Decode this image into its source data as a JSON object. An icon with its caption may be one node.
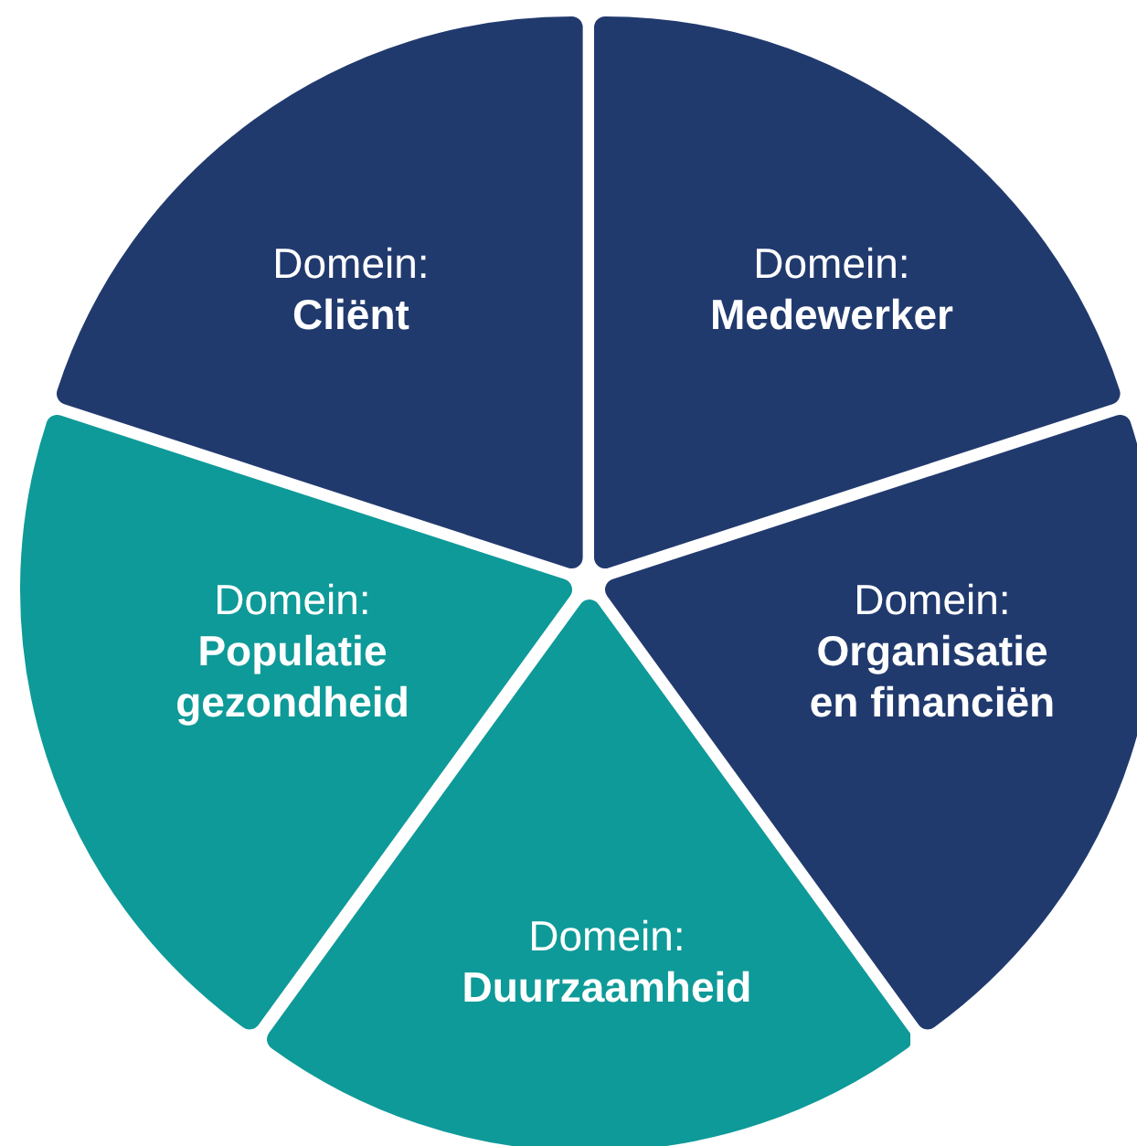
{
  "diagram": {
    "nodes": [
      {
        "text": [
          "Domein:",
          "Cliënt"
        ]
      },
      {
        "text": [
          "Domein:",
          "Medewerker"
        ]
      },
      {
        "text": [
          "Domein:",
          "Populatie gezondheid"
        ]
      },
      {
        "text": [
          "Domein:",
          "Organisatie en financiën"
        ]
      },
      {
        "text": [
          "Domein:",
          "Duurzaamheid"
        ]
      }
    ]
  }
}
